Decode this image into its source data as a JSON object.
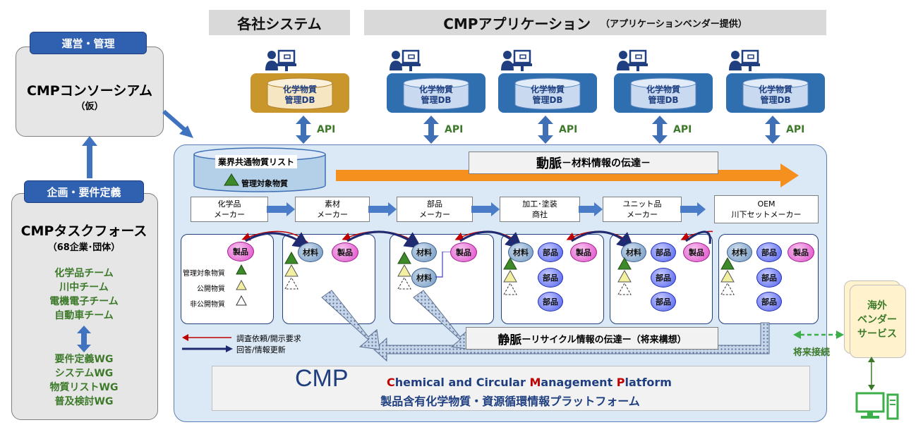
{
  "header": {
    "company_systems": "各社システム",
    "cmp_apps": "CMPアプリケーション",
    "cmp_apps_sub": "（アプリケーションベンダー提供）"
  },
  "left": {
    "ops_tag": "運営・管理",
    "consortium_title": "CMPコンソーシアム",
    "consortium_sub": "（仮）",
    "plan_tag": "企画・要件定義",
    "taskforce_title": "CMPタスクフォース",
    "taskforce_sub": "（68企業･団体）",
    "teams": [
      "化学品チーム",
      "川中チーム",
      "電機電子チーム",
      "自動車チーム"
    ],
    "wgs": [
      "要件定義WG",
      "システムWG",
      "物質リストWG",
      "普及検討WG"
    ]
  },
  "dbs": [
    {
      "line1": "化学物質",
      "line2": "管理DB"
    },
    {
      "line1": "化学物質",
      "line2": "管理DB"
    },
    {
      "line1": "化学物質",
      "line2": "管理DB"
    },
    {
      "line1": "化学物質",
      "line2": "管理DB"
    },
    {
      "line1": "化学物質",
      "line2": "管理DB"
    }
  ],
  "api_label": "API",
  "common_list": {
    "title": "業界共通物質リスト",
    "item": "管理対象物質"
  },
  "artery": {
    "title": "動脈",
    "sub": "－材料情報の伝達－"
  },
  "roles": [
    {
      "line1": "化学品",
      "line2": "メーカー"
    },
    {
      "line1": "素材",
      "line2": "メーカー"
    },
    {
      "line1": "部品",
      "line2": "メーカー"
    },
    {
      "line1": "加工･塗装",
      "line2": "商社"
    },
    {
      "line1": "ユニット品",
      "line2": "メーカー"
    },
    {
      "line1": "OEM",
      "line2": "川下セットメーカー"
    }
  ],
  "chips": {
    "product": "製品",
    "material": "材料",
    "part": "部品"
  },
  "legend": {
    "managed": "管理対象物質",
    "public": "公開物質",
    "private": "非公開物質",
    "request": "調査依頼/開示要求",
    "response": "回答/情報更新"
  },
  "vein": {
    "title": "静脈",
    "sub": "ーリサイクル情報の伝達ー（将来構想）"
  },
  "cmp": {
    "logo": "CMP",
    "full_c": "C",
    "full_1": "hemical and Circular ",
    "full_m": "M",
    "full_2": "anagement ",
    "full_p": "P",
    "full_3": "latform",
    "jp": "製品含有化学物質・資源循環情報プラットフォーム"
  },
  "overseas": {
    "line1": "海外",
    "line2": "ベンダー",
    "line3": "サービス",
    "future": "将来接続"
  },
  "colors": {
    "blue_db": "#2f6fb0",
    "gold_db": "#c8962a",
    "orange_arrow": "#f5901e",
    "api_green": "#3c7a2a",
    "dark_navy": "#1f3f80",
    "red_arrow": "#c00000"
  }
}
